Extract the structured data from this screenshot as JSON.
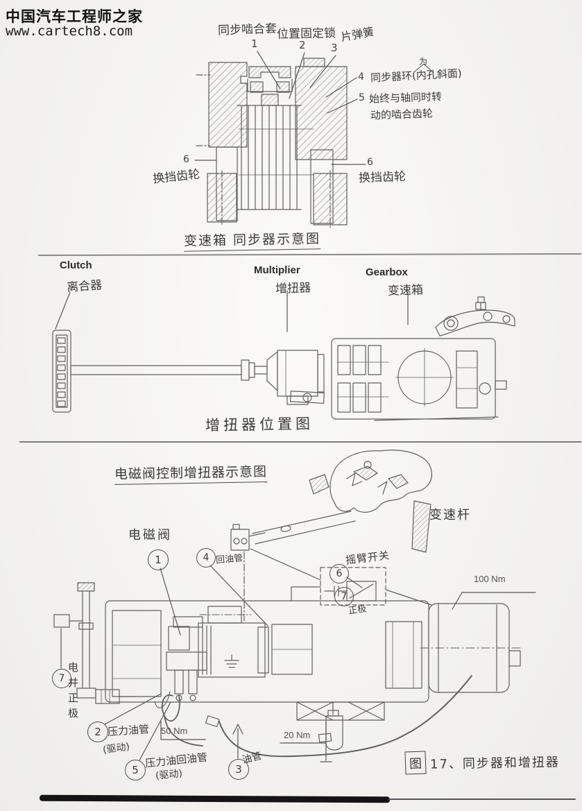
{
  "page": {
    "watermark_title": "中国汽车工程师之家",
    "watermark_url": "www.cartech8.com"
  },
  "sync_diagram": {
    "caption": "变速箱 同步器示意图",
    "label_1_num": "1",
    "label_1_text": "同步啮合套",
    "label_2_num": "2",
    "label_2_text": "位置固定锁",
    "label_3_num": "3",
    "label_3_text": "片弹簧",
    "label_4_num": "4",
    "label_4_text": "同步器环(内孔斜面)",
    "label_4_insert": "为",
    "label_5_num": "5",
    "label_5_line1": "始终与轴同时转",
    "label_5_line2": "动的啮合齿轮",
    "label_6_num": "6",
    "label_6_text": "换挡齿轮"
  },
  "position_diagram": {
    "caption": "增扭器位置图",
    "clutch_en": "Clutch",
    "clutch_zh": "离合器",
    "multiplier_en": "Multiplier",
    "multiplier_zh": "增扭器",
    "gearbox_en": "Gearbox",
    "gearbox_zh": "变速箱"
  },
  "solenoid_diagram": {
    "title": "电磁阀控制增扭器示意图",
    "gear_lever_label": "变速杆",
    "solenoid_label": "电磁阀",
    "rocker_switch_label": "摇臂开关",
    "positive_label": "正极",
    "battery_positive_label": "电并正极",
    "torque_100": "100 Nm",
    "torque_50": "50 Nm",
    "torque_20": "20 Nm",
    "callout_1": "1",
    "callout_2": "2",
    "callout_2_text": "压力油管",
    "callout_2_sub": "(驱动)",
    "callout_3": "3",
    "callout_3_text": "油管",
    "callout_4": "4",
    "callout_4_text": "回油管",
    "callout_5": "5",
    "callout_5_text": "压力油回油管",
    "callout_5_sub": "(驱动)",
    "callout_6": "6",
    "callout_7": "7",
    "figure_box": "图",
    "figure_caption": "17、同步器和增扭器"
  }
}
